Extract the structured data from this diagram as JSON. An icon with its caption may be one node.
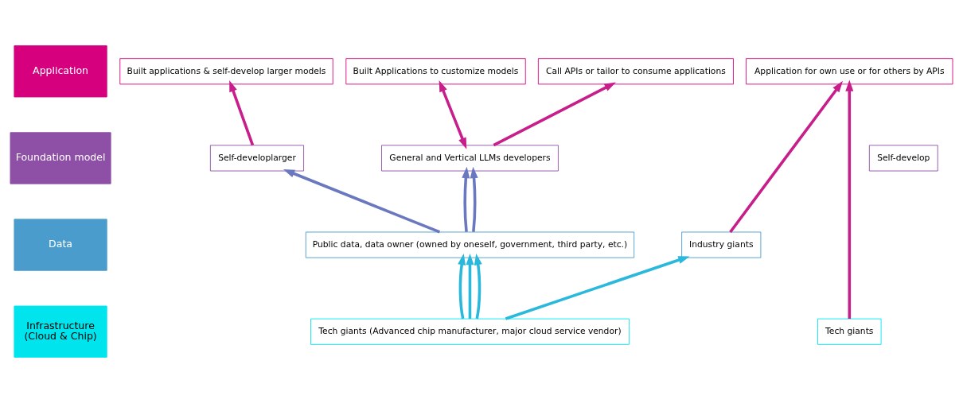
{
  "diagram": {
    "nodes": [
      {
        "text": [
          "Application"
        ]
      },
      {
        "text": [
          "Foundation model"
        ]
      },
      {
        "text": [
          "Data"
        ]
      },
      {
        "text": [
          "Infrastructure",
          "(Cloud & Chip)"
        ]
      },
      {
        "text": [
          "Application for own use or for others by APIs"
        ]
      },
      {
        "text": [
          "Call APIs or tailor to consume applications"
        ]
      },
      {
        "text": [
          "Built Applications to customize models"
        ]
      },
      {
        "text": [
          "Built applications & self-develop larger models"
        ]
      },
      {
        "text": [
          "Self-develop"
        ]
      },
      {
        "text": [
          "General and Vertical LLMs developers"
        ]
      },
      {
        "text": [
          "Self-developlarger"
        ]
      },
      {
        "text": [
          "Industry giants"
        ]
      },
      {
        "text": [
          "Public data, data owner (owned by oneself, government, third party, etc.)"
        ]
      },
      {
        "text": [
          "Tech giants"
        ]
      },
      {
        "text": [
          "Tech giants (Advanced chip manufacturer, major cloud service vendor)"
        ]
      }
    ],
    "edges": [
      {
        "from": 13,
        "to": 4,
        "arrow": "to"
      },
      {
        "from": 14,
        "to": 11,
        "arrow": "to",
        "color": "#2ab8dc"
      },
      {
        "from": 11,
        "to": 4,
        "arrow": "to"
      },
      {
        "from": 14,
        "to": 12,
        "arrow": "to",
        "color": "#2ab8dc"
      },
      {
        "from": 12,
        "to": 9,
        "arrow": "to",
        "color": "#6a78c0"
      },
      {
        "from": 9,
        "to": 5,
        "arrow": "to"
      },
      {
        "from": 14,
        "to": 12,
        "arrow": "to",
        "color": "#2ab8dc"
      },
      {
        "from": 12,
        "to": 9,
        "arrow": "to",
        "color": "#6a78c0"
      },
      {
        "from": 9,
        "to": 6,
        "arrow": "both"
      },
      {
        "from": 14,
        "to": 12,
        "arrow": "to",
        "color": "#2ab8dc"
      },
      {
        "from": 12,
        "to": 10,
        "arrow": "to",
        "color": "#6a78c0"
      },
      {
        "from": 10,
        "to": 7,
        "arrow": "to"
      }
    ]
  }
}
